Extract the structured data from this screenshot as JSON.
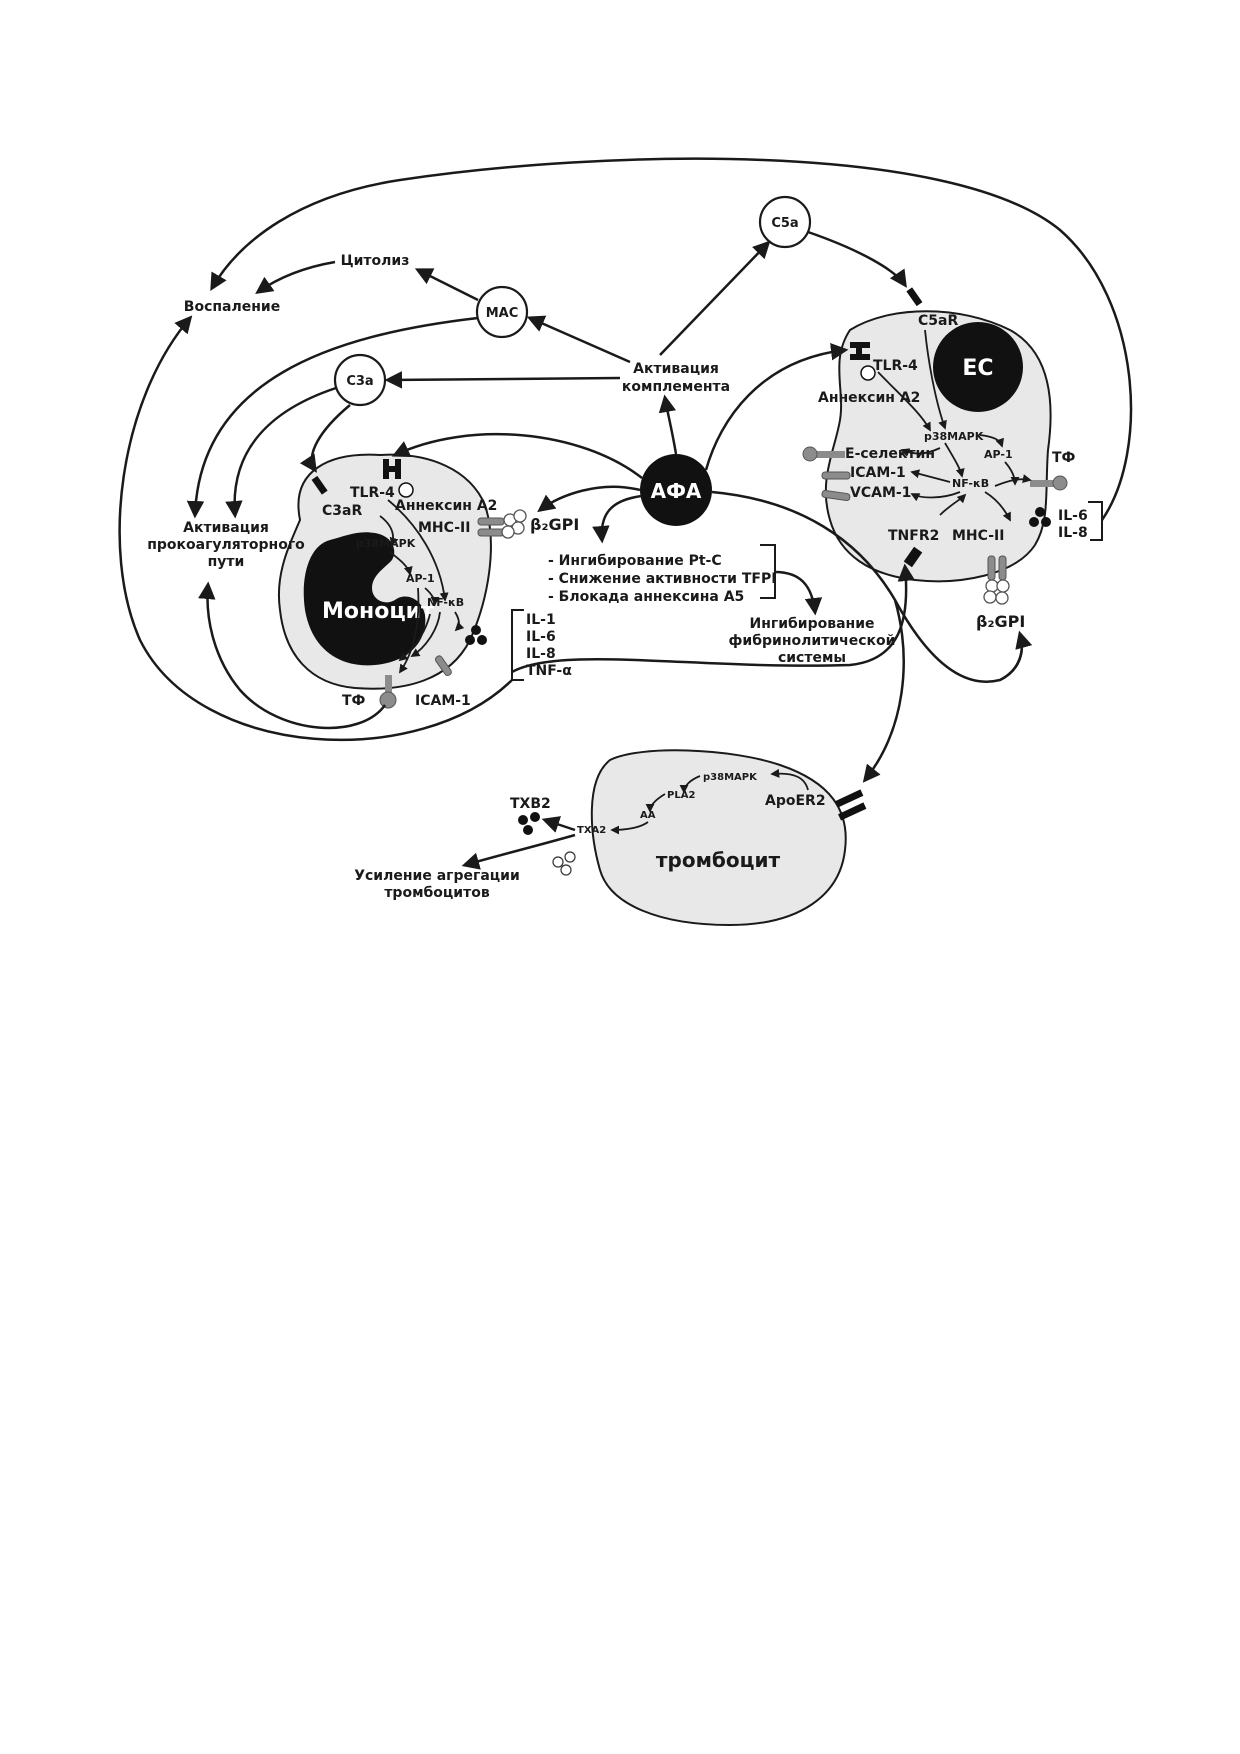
{
  "nodes": {
    "afa": "АФА",
    "c5a": "C5a",
    "mac": "MAC",
    "c3a": "C3a",
    "ec": "EC",
    "monocyte": "Моноцит",
    "platelet": "тромбоцит"
  },
  "labels": {
    "cytolysis": "Цитолиз",
    "inflammation": "Воспаление",
    "complement_activation_1": "Активация",
    "complement_activation_2": "комплемента",
    "procoag_1": "Активация",
    "procoag_2": "прокоагуляторного",
    "procoag_3": "пути"
  },
  "monocyte_labels": {
    "tlr4": "TLR-4",
    "annexin": "Аннексин А2",
    "c3ar": "C3aR",
    "mhc2": "MHC-II",
    "p38": "p38MAPK",
    "ap1": "AP-1",
    "nfkb": "NF-κB",
    "tf": "ТФ",
    "icam": "ICAM-1",
    "b2gpi": "β₂GPI"
  },
  "cytokines_mono": [
    "IL-1",
    "IL-6",
    "IL-8",
    "TNF-α"
  ],
  "mechanisms": [
    "- Ингибирование Pt-C",
    "- Снижение активности TFPI",
    "- Блокада аннексина А5"
  ],
  "fibrinolysis": [
    "Ингибирование",
    "фибринолитической",
    "системы"
  ],
  "ec_labels": {
    "c5ar": "C5aR",
    "tlr4": "TLR-4",
    "annexin": "Аннексин А2",
    "p38": "p38MAPK",
    "ap1": "AP-1",
    "eselectin": "Е-селектин",
    "icam": "ICAM-1",
    "vcam": "VCAM-1",
    "nfkb": "NF-κB",
    "tf": "ТФ",
    "tnfr2": "TNFR2",
    "mhc2": "MHC-II",
    "b2gpi": "β₂GPI"
  },
  "cytokines_ec": [
    "IL-6",
    "IL-8"
  ],
  "platelet_labels": {
    "p38": "p38MAPK",
    "pla2": "PLA2",
    "aa": "AA",
    "apoer2": "ApoER2",
    "txa2": "TXA2",
    "txb2": "TXB2",
    "aggregation_1": "Усиление агрегации",
    "aggregation_2": "тромбоцитов"
  }
}
